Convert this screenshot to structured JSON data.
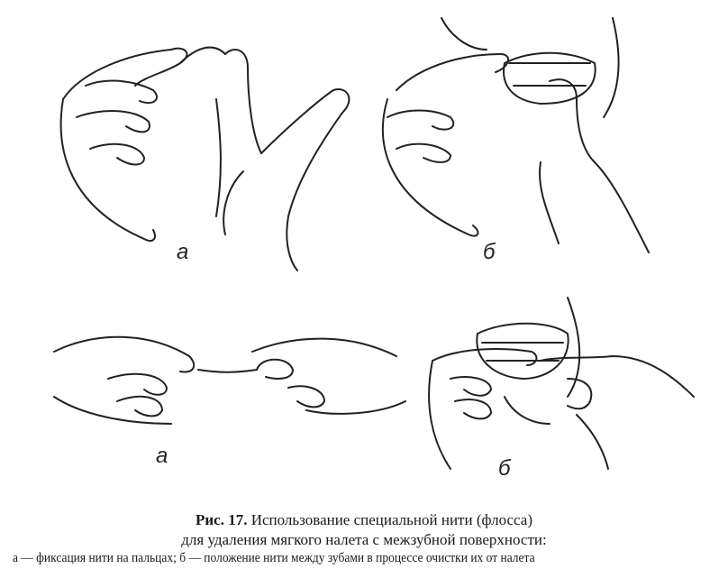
{
  "figure": {
    "panel_labels": [
      "а",
      "б",
      "а",
      "б"
    ],
    "caption": {
      "prefix": "Рис. 17.",
      "line1": " Использование специальной нити (флосса)",
      "line2": "для удаления мягкого налета с межзубной поверхности:",
      "line3": "а — фиксация нити на пальцах; б — положение нити между зубами в процессе очистки их от налета"
    }
  }
}
